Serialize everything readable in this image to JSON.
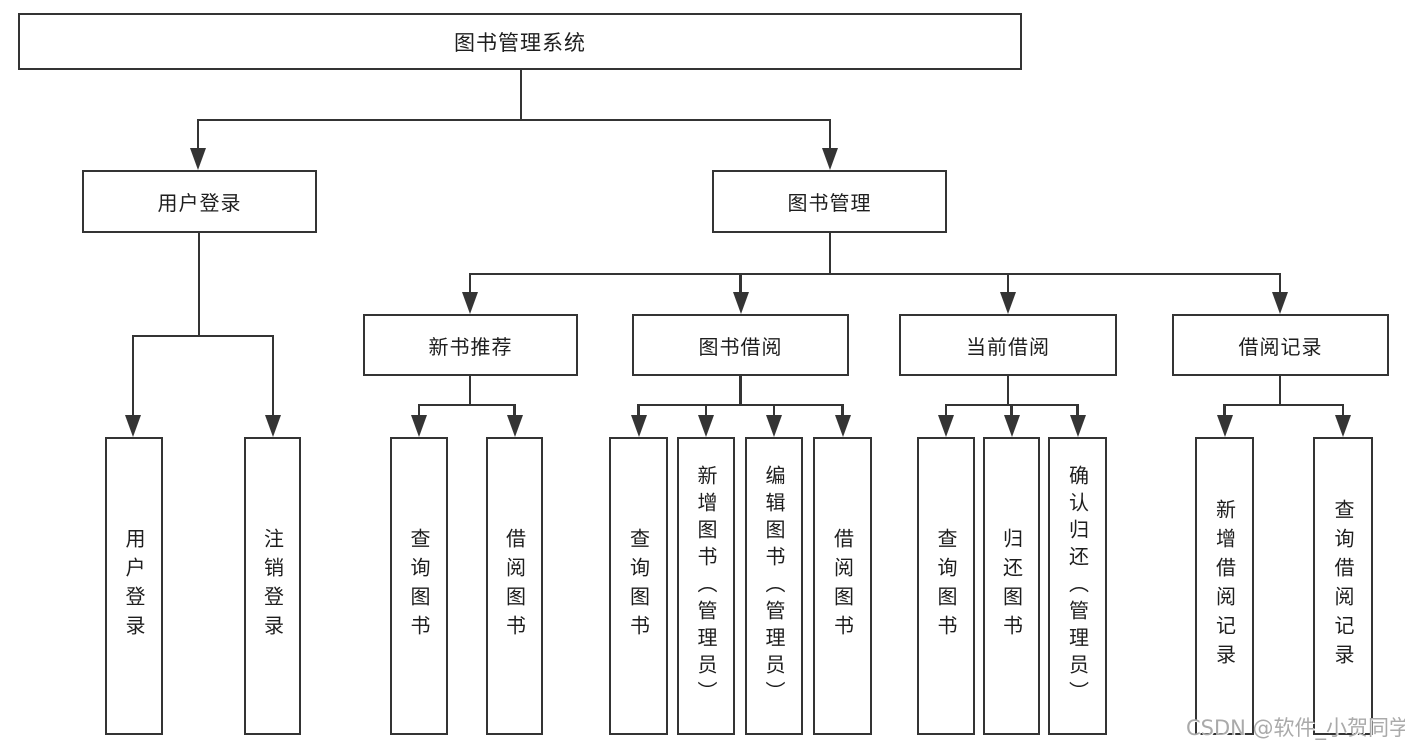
{
  "diagram_title": "图书管理系统",
  "colors": {
    "line": "#343434",
    "text": "#1e1e1e",
    "background": "#ffffff",
    "watermark": "#aaaaaa"
  },
  "watermark": {
    "text": "CSDN @软件_小贺同学"
  },
  "tree": {
    "root": {
      "label": "图书管理系统",
      "children": [
        {
          "label": "用户登录",
          "children": [
            {
              "label": "用户登录"
            },
            {
              "label": "注销登录"
            }
          ]
        },
        {
          "label": "图书管理",
          "children": [
            {
              "label": "新书推荐",
              "children": [
                {
                  "label": "查询图书"
                },
                {
                  "label": "借阅图书"
                }
              ]
            },
            {
              "label": "图书借阅",
              "children": [
                {
                  "label": "查询图书"
                },
                {
                  "label": "新增图书（管理员）"
                },
                {
                  "label": "编辑图书（管理员）"
                },
                {
                  "label": "借阅图书"
                }
              ]
            },
            {
              "label": "当前借阅",
              "children": [
                {
                  "label": "查询图书"
                },
                {
                  "label": "归还图书"
                },
                {
                  "label": "确认归还（管理员）"
                }
              ]
            },
            {
              "label": "借阅记录",
              "children": [
                {
                  "label": "新增借阅记录"
                },
                {
                  "label": "查询借阅记录"
                }
              ]
            }
          ]
        }
      ]
    }
  }
}
